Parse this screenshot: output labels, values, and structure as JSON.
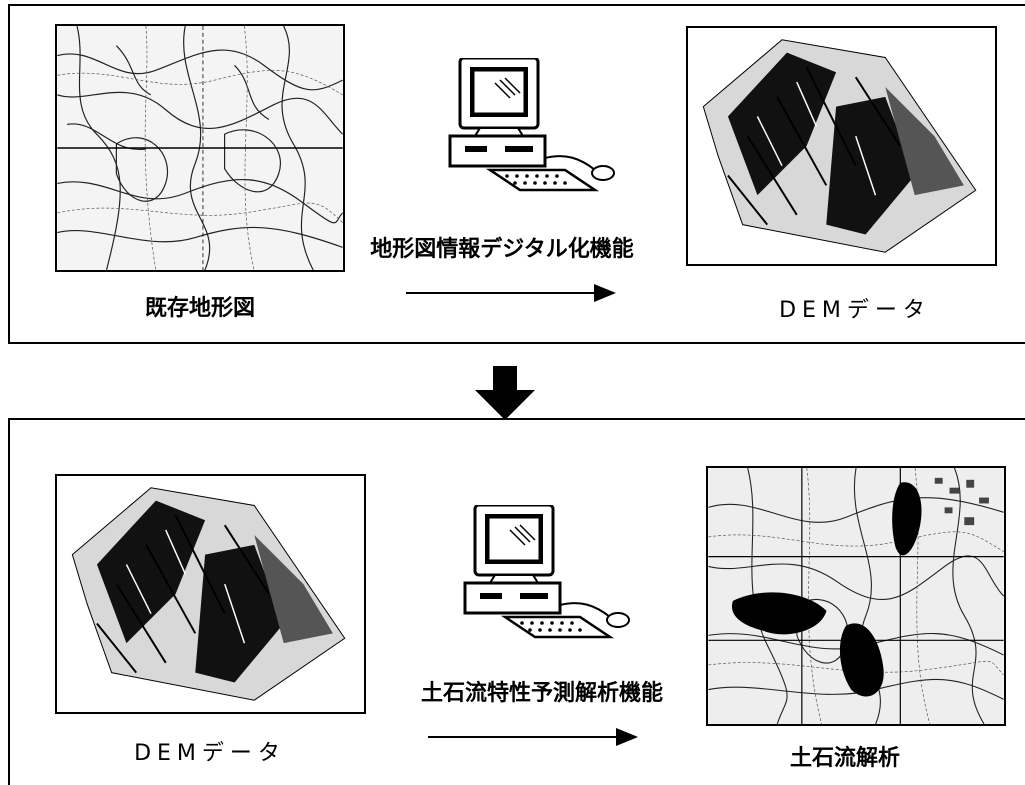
{
  "top_panel": {
    "left_caption": "既存地形図",
    "function_label": "地形図情報デジタル化機能",
    "right_caption": "DEMデータ"
  },
  "bottom_panel": {
    "left_caption": "DEMデータ",
    "function_label": "土石流特性予測解析機能",
    "right_caption": "土石流解析"
  },
  "icons": {
    "flow_arrow": "down-arrow-icon",
    "computer": "computer-icon"
  }
}
